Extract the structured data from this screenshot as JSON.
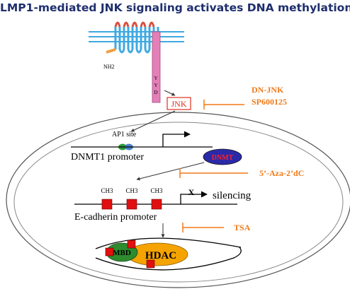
{
  "title": "LMP1-mediated JNK signaling activates DNA methylation",
  "labels": {
    "nh2": "NH2",
    "y": "Y",
    "y2": "Y",
    "d": "D",
    "jnk": "JNK",
    "ap1_site": "AP1 site",
    "dnmt1_promoter": "DNMT1 promoter",
    "dnmt": "DNMT",
    "ch3_1": "CH3",
    "ch3_2": "CH3",
    "ch3_3": "CH3",
    "x": "X",
    "silencing": "silencing",
    "ecadherin_promoter": "E-cadherin promoter",
    "mbd": "MBD",
    "hdac": "HDAC"
  },
  "inhibitors": {
    "dn_jnk": "DN-JNK",
    "sp600125": "SP600125",
    "aza": "5’-Aza-2’dC",
    "tsa": "TSA"
  },
  "colors": {
    "title": "#1f2f6e",
    "inhibitor": "#f07a1a",
    "membrane": "#3fa9e0",
    "loops": "#d9503f",
    "tail": "#e47fb8",
    "jnk_border": "#e0301e",
    "dnmt_fill": "#2a2aa8",
    "dnmt_text": "#ff2020",
    "mbd_fill": "#2e8b2e",
    "hdac_fill": "#f5a300",
    "ch3_box": "#e01010",
    "ap1_green": "#2e9a3a",
    "ap1_blue": "#4a7fc9"
  }
}
